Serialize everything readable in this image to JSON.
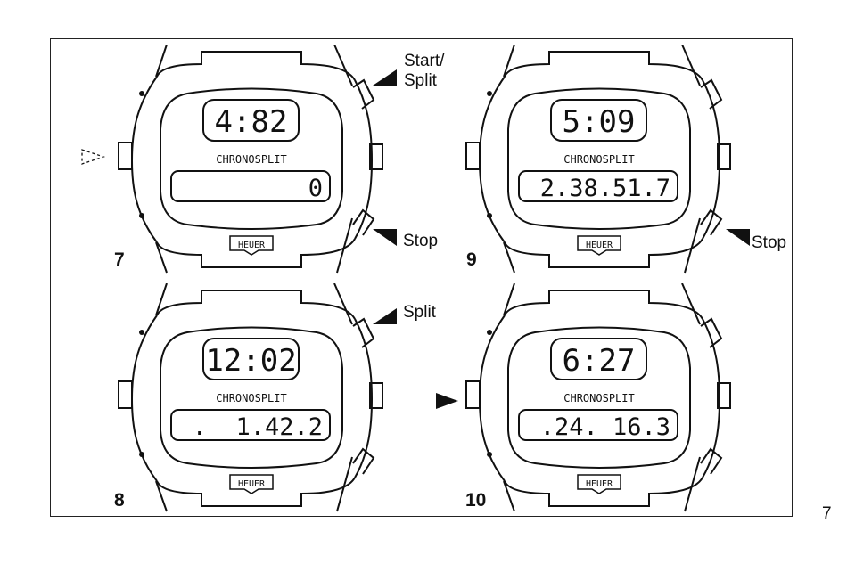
{
  "page_number": "7",
  "brand_label": "CHRONOSPLIT",
  "logo_text": "HEUER",
  "colors": {
    "ink": "#111111",
    "paper": "#ffffff"
  },
  "figures": [
    {
      "number": "7",
      "time_display": "4:82",
      "lower_display": "0",
      "labels": {
        "top": "Start/\nSplit",
        "bottom": "Stop"
      },
      "left_indicator": "dashed-arrow-right"
    },
    {
      "number": "9",
      "time_display": "5:09",
      "lower_display": "2.38.51.7",
      "labels": {
        "bottom": "Stop"
      }
    },
    {
      "number": "8",
      "time_display": "12:02",
      "lower_display": ".  1.42.2",
      "labels": {
        "top": "Split"
      }
    },
    {
      "number": "10",
      "time_display": "6:27",
      "lower_display": ".24. 16.3",
      "left_indicator": "solid-arrow-right"
    }
  ]
}
